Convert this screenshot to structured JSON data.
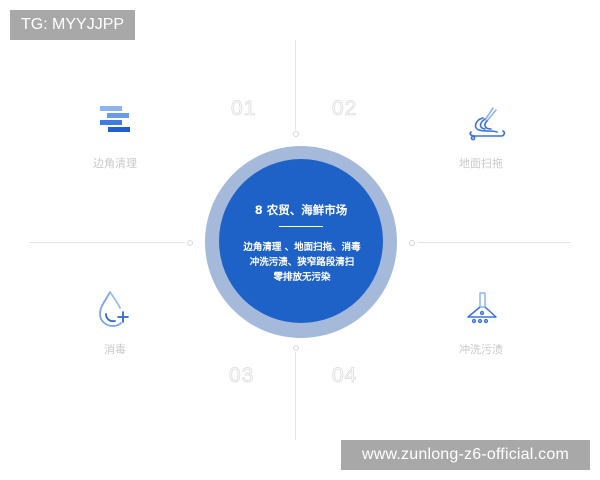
{
  "watermarks": {
    "top_left": "TG: MYYJJPP",
    "bottom_right": "www.zunlong-z6-official.com"
  },
  "numbers": [
    "01",
    "02",
    "03",
    "04"
  ],
  "features": [
    {
      "label": "边角清理",
      "icon": "stacked-bars-icon"
    },
    {
      "label": "地面扫拖",
      "icon": "mop-icon"
    },
    {
      "label": "消毒",
      "icon": "water-drop-plus-icon"
    },
    {
      "label": "冲洗污渍",
      "icon": "spray-nozzle-icon"
    }
  ],
  "center": {
    "title": "8  农贸、海鲜市场",
    "lines": [
      "边角清理 、地面扫拖、消毒",
      "冲洗污渍、狭窄路段清扫",
      "零排放无污染"
    ]
  },
  "colors": {
    "primary_blue": "#1f62c7",
    "ring_blue": "#a5badb",
    "watermark_gray": "#a8a8a8",
    "line_gray": "#e4e4e4"
  }
}
